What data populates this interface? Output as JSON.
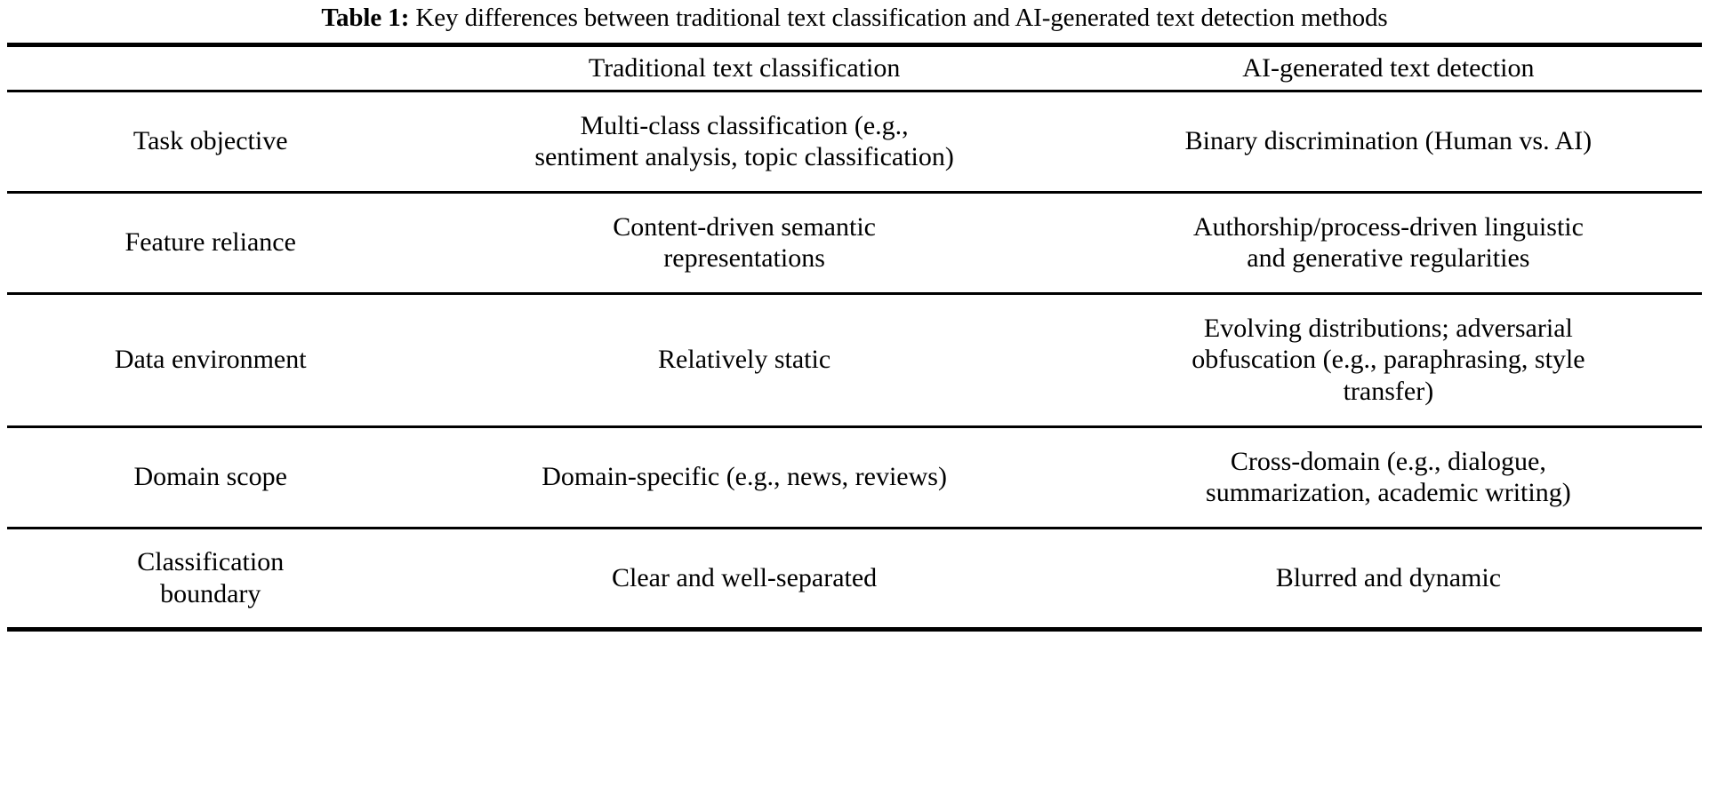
{
  "caption": {
    "label": "Table 1:",
    "text": " Key differences between traditional text classification and AI-generated text detection methods"
  },
  "table": {
    "headers": [
      "",
      "Traditional text classification",
      "AI-generated text detection"
    ],
    "rows": [
      {
        "aspect": "Task objective",
        "traditional_l1": "Multi-class classification (e.g.,",
        "traditional_l2": "sentiment analysis, topic classification)",
        "ai_l1": "Binary discrimination (Human vs. AI)",
        "ai_l2": "",
        "ai_l3": ""
      },
      {
        "aspect": "Feature reliance",
        "traditional_l1": "Content-driven semantic",
        "traditional_l2": "representations",
        "ai_l1": "Authorship/process-driven linguistic",
        "ai_l2": "and generative regularities",
        "ai_l3": ""
      },
      {
        "aspect": "Data environment",
        "traditional_l1": "Relatively static",
        "traditional_l2": "",
        "ai_l1": "Evolving distributions; adversarial",
        "ai_l2": "obfuscation (e.g., paraphrasing, style",
        "ai_l3": "transfer)"
      },
      {
        "aspect": "Domain scope",
        "traditional_l1": "Domain-specific (e.g., news, reviews)",
        "traditional_l2": "",
        "ai_l1": "Cross-domain (e.g., dialogue,",
        "ai_l2": "summarization, academic writing)",
        "ai_l3": ""
      },
      {
        "aspect_l1": "Classification",
        "aspect_l2": "boundary",
        "aspect": "",
        "traditional_l1": "Clear and well-separated",
        "traditional_l2": "",
        "ai_l1": "Blurred and dynamic",
        "ai_l2": "",
        "ai_l3": ""
      }
    ]
  },
  "colors": {
    "rule": "#000000",
    "text": "#000000",
    "background": "#ffffff"
  }
}
